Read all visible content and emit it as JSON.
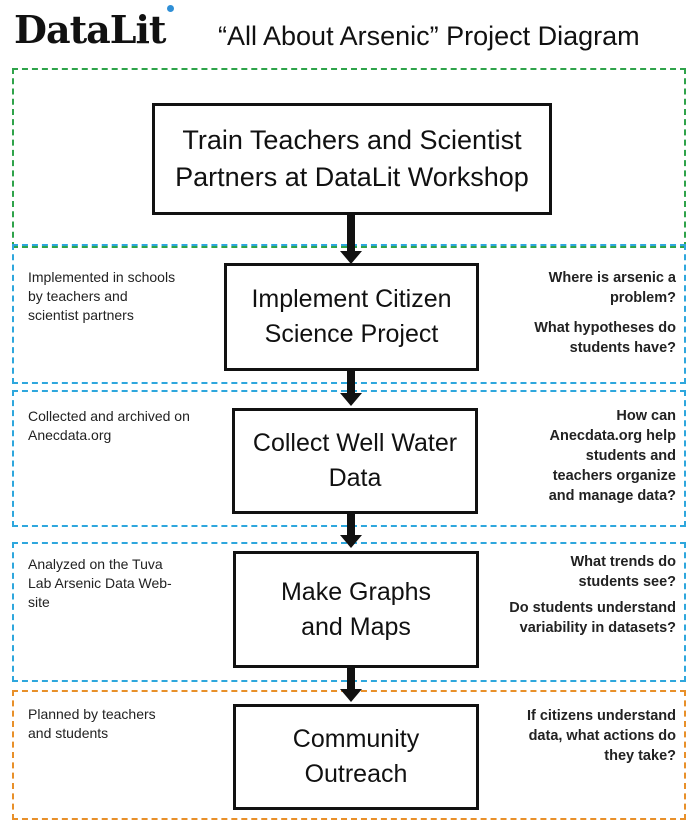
{
  "header": {
    "logo": "DataLit",
    "title": "“All About Arsenic” Project Diagram"
  },
  "colors": {
    "training_border": "#2fa34a",
    "classroom_border": "#2ea7dd",
    "outreach_border": "#e8902a",
    "logo_accent": "#2f8fd6"
  },
  "steps": [
    {
      "label": "Train Teachers and Scientist\nPartners at DataLit Workshop",
      "left_note": "",
      "right_notes": []
    },
    {
      "label": "Implement Citizen\nScience Project",
      "left_note": "Implemented in schools\nby teachers and\nscientist partners",
      "right_notes": [
        "Where is arsenic a\nproblem?",
        "What hypotheses do\nstudents have?"
      ]
    },
    {
      "label": "Collect Well Water\nData",
      "left_note": "Collected and archived on\nAnecdata.org",
      "right_notes": [
        "How can\nAnecdata.org help\nstudents and\nteachers organize\nand manage data?"
      ]
    },
    {
      "label": "Make Graphs\nand Maps",
      "left_note": "Analyzed on the Tuva\nLab Arsenic Data Web-\nsite",
      "right_notes": [
        "What trends do\nstudents see?",
        "Do students understand\nvariability in datasets?"
      ]
    },
    {
      "label": "Community\nOutreach",
      "left_note": "Planned by teachers\nand students",
      "right_notes": [
        "If citizens understand\ndata, what actions do\nthey take?"
      ]
    }
  ]
}
